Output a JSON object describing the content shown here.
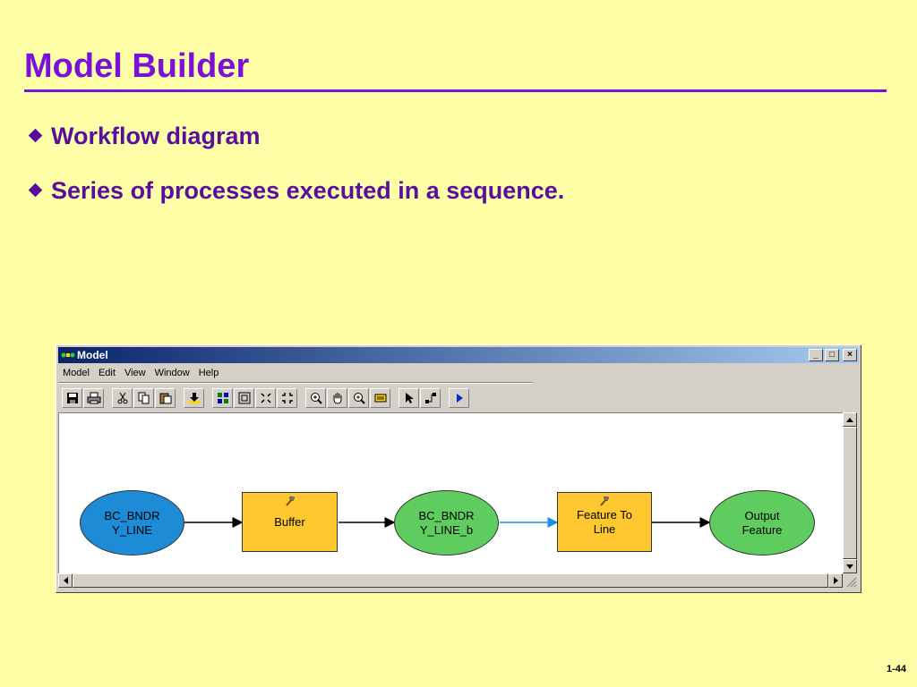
{
  "slide": {
    "title": "Model Builder",
    "bullets": [
      "Workflow diagram",
      "Series of processes executed in a sequence."
    ],
    "page_number": "1-44"
  },
  "window": {
    "title": "Model",
    "controls": {
      "minimize": "_",
      "maximize": "□",
      "close": "×"
    },
    "menu": [
      "Model",
      "Edit",
      "View",
      "Window",
      "Help"
    ],
    "toolbar": [
      "save-icon",
      "print-icon",
      "cut-icon",
      "copy-icon",
      "paste-icon",
      "add-data-icon",
      "select-all-icon",
      "full-extent-icon",
      "zoom-in-fixed-icon",
      "zoom-out-fixed-icon",
      "zoom-in-icon",
      "pan-icon",
      "zoom-to-layer-icon",
      "auto-layout-icon",
      "select-pointer-icon",
      "connect-icon",
      "run-icon"
    ]
  },
  "model": {
    "nodes": [
      {
        "label": "BC_BNDR\nY_LINE",
        "kind": "input-data",
        "color": "#1E8BD6"
      },
      {
        "label": "Buffer",
        "kind": "tool",
        "color": "#FFC830"
      },
      {
        "label": "BC_BNDR\nY_LINE_b",
        "kind": "derived-data",
        "color": "#5FCC5F"
      },
      {
        "label": "Feature To\nLine",
        "kind": "tool",
        "color": "#FFC830"
      },
      {
        "label": "Output\nFeature",
        "kind": "output-data",
        "color": "#5FCC5F"
      }
    ],
    "connector_colors": [
      "#000000",
      "#000000",
      "#1E8BE6",
      "#000000"
    ]
  },
  "colors": {
    "background": "#FFFFA8",
    "title": "#7B10D8",
    "bullet": "#5A0E9E"
  }
}
